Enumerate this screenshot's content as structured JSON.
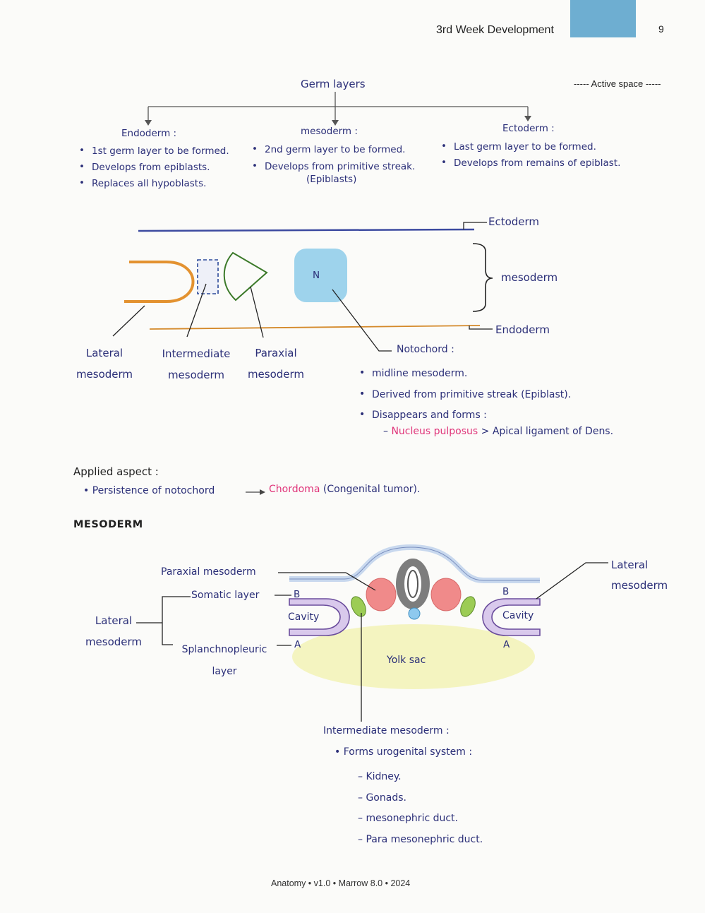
{
  "header": {
    "title": "3rd Week Development",
    "page_number": "9",
    "tab_color": "#6eaed1"
  },
  "active_space": "----- Active space -----",
  "germ": {
    "title": "Germ layers",
    "endoderm": {
      "title": "Endoderm :",
      "points": [
        "1st germ layer to be formed.",
        "Develops from epiblasts.",
        "Replaces all hypoblasts."
      ]
    },
    "mesoderm": {
      "title": "mesoderm :",
      "points": [
        "2nd germ layer to be formed.",
        "Develops from primitive streak."
      ],
      "note": "(Epiblasts)"
    },
    "ectoderm": {
      "title": "Ectoderm :",
      "points": [
        "Last germ layer to be formed.",
        "Develops from remains of epiblast."
      ]
    }
  },
  "diagram1": {
    "ectoderm": "Ectoderm",
    "mesoderm": "mesoderm",
    "endoderm": "Endoderm",
    "n_label": "N",
    "lateral": [
      "Lateral",
      "mesoderm"
    ],
    "intermediate": [
      "Intermediate",
      "mesoderm"
    ],
    "paraxial": [
      "Paraxial",
      "mesoderm"
    ],
    "notochord_title": "Notochord :",
    "notochord_points": [
      "midline mesoderm.",
      "Derived from primitive streak (Epiblast).",
      "Disappears and forms :"
    ],
    "sub_pink": "Nucleus pulposus",
    "sub_rest": "> Apical ligament of Dens.",
    "colors": {
      "ectoderm": "#3c4aa0",
      "endoderm": "#d4892a",
      "lateral": "#e39230",
      "intermediate": "#2c4a9a",
      "paraxial": "#3c7a2a",
      "notochord": "#9ed3ec"
    }
  },
  "applied": {
    "title": "Applied aspect :",
    "text_a": "Persistence of notochord",
    "arrow": "→",
    "text_pink": "Chordoma",
    "text_b": "(Congenital tumor)."
  },
  "mesoderm_heading": "MESODERM",
  "diagram2": {
    "paraxial": "Paraxial mesoderm",
    "somatic": "Somatic layer",
    "b_left": "B",
    "cavity_left": "Cavity",
    "splanch": [
      "Splanchnopleuric",
      "layer"
    ],
    "a_left": "A",
    "lateral_left": [
      "Lateral",
      "mesoderm"
    ],
    "lateral_right": [
      "Lateral",
      "mesoderm"
    ],
    "b_right": "B",
    "cavity_right": "Cavity",
    "a_right": "A",
    "yolk": "Yolk sac",
    "intermediate_title": "Intermediate mesoderm :",
    "intermediate_point": "Forms urogenital system :",
    "sub_items": [
      "Kidney.",
      "Gonads.",
      "mesonephric duct.",
      "Para mesonephric duct."
    ],
    "colors": {
      "somite": "#f08a8a",
      "intermediate": "#9ccc55",
      "lateral_fill": "#d9c9ec",
      "lateral_stroke": "#6a4c9c",
      "yolk": "#f4f4c0",
      "ectoderm": "#c8d8ee",
      "notochord": "#8ec9ee",
      "neural": "#8a8a8a"
    }
  },
  "footer": "Anatomy • v1.0 • Marrow 8.0 • 2024"
}
